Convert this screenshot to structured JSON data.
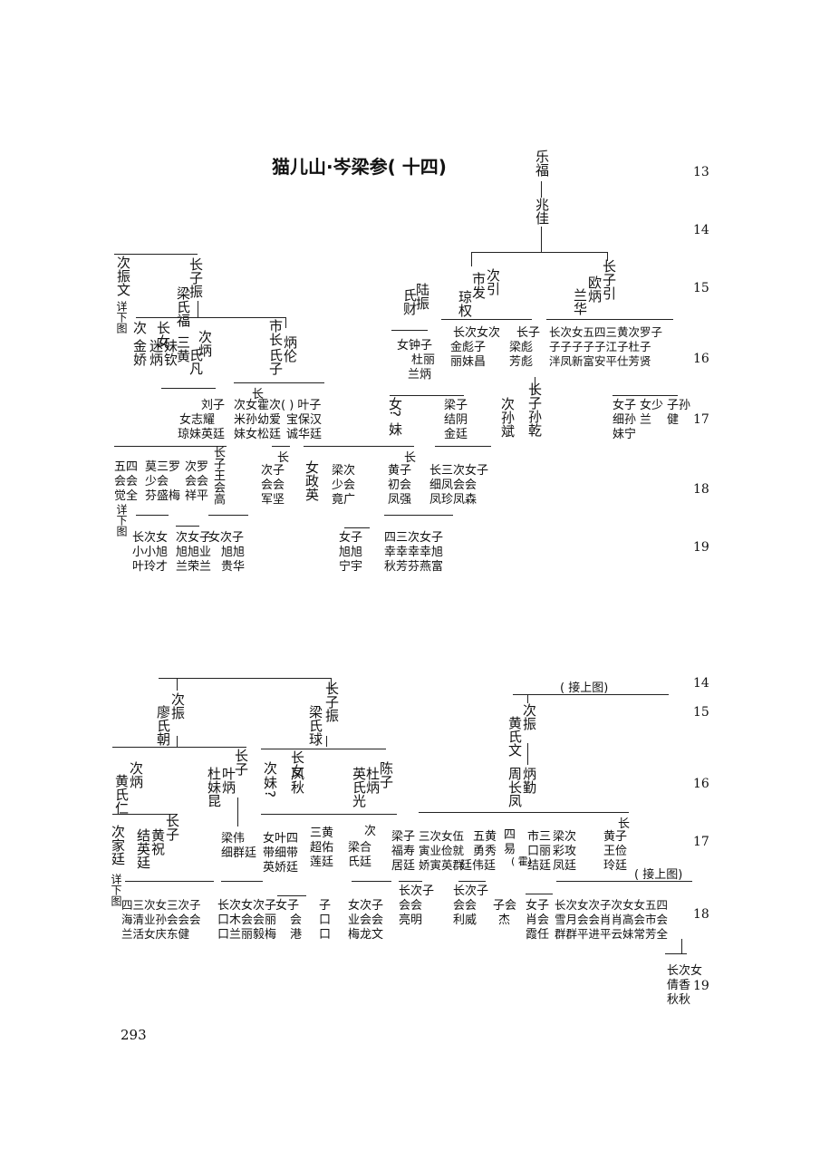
{
  "title": "猫儿山·岑梁参( 十四)",
  "page_number": "293",
  "generations_upper": [
    "13",
    "14",
    "15",
    "16",
    "17",
    "18",
    "19"
  ],
  "generations_lower": [
    "14",
    "15",
    "16",
    "17",
    "18",
    "19"
  ],
  "upper": {
    "g13": "乐福",
    "g14": "兆佳",
    "g15": [
      "次振文",
      "详下图",
      "长子振",
      "梁氏福",
      "陆振",
      "氏财",
      "次引",
      "市发",
      "琼权",
      "长子引",
      "欧炳",
      "兰华"
    ],
    "g16": [
      "次",
      "金娇",
      "长女",
      "迷炳",
      "妹钦",
      "三黄",
      "氏凡",
      "次炳",
      "市长",
      "氏子",
      "炳伦",
      "女钟子",
      "杜丽",
      "兰炳",
      "长次女次",
      "金彪子",
      "丽妹昌",
      "长子",
      "梁彪",
      "芳彪",
      "长次女五四三黄次罗子",
      "子子子子子江子杜子",
      "泮凤新富安平仕芳贤"
    ],
    "g17": [
      "刘子",
      "女志耀",
      "琼妹英廷",
      "长",
      "次女霍次",
      "米孙幼爱",
      "妹女松廷",
      "( ) 叶子",
      "宝保汉",
      "诚华廷",
      "女",
      "?",
      "妹",
      "梁子",
      "结阴",
      "金廷",
      "次孙斌",
      "长子孙乾",
      "女子",
      "细孙",
      "妹宁",
      "女少",
      "兰",
      "子孙",
      "健"
    ],
    "g18": [
      "五四",
      "会会",
      "觉全",
      "莫三罗",
      "少会",
      "芬盛梅",
      "次罗",
      "会会",
      "祥平",
      "长子王会高",
      "长",
      "次子",
      "会会",
      "军坚",
      "女政英",
      "梁次",
      "少会",
      "竟广",
      "长",
      "黄子",
      "初会",
      "凤强",
      "长三次女子",
      "细凤会会",
      "凤珍凤森"
    ],
    "g19": [
      "详下图",
      "长次女",
      "小小旭",
      "叶玲才",
      "次女子",
      "旭旭业",
      "兰荣兰",
      "女次子",
      "旭旭",
      "贵华",
      "女子",
      "旭旭",
      "宁宇",
      "四三次女子",
      "幸幸幸幸旭",
      "秋芳芬燕富"
    ]
  },
  "lower": {
    "note_top": "( 接上图)",
    "note_mid": "( 接上图)",
    "g15": [
      "次振",
      "廖氏朝",
      "长子振",
      "梁氏球",
      "次振",
      "黄氏文"
    ],
    "g16": [
      "次炳",
      "黄氏仁",
      "长子",
      "叶炳",
      "杜妹昆",
      "长女",
      "次",
      "妹",
      "?",
      "凤秋",
      "陈子",
      "杜炳",
      "英氏光",
      "炳勤",
      "周长",
      "凤"
    ],
    "g17": [
      "次家廷",
      "详下图",
      "长子",
      "黄祝",
      "结英廷",
      "梁伟",
      "细群廷",
      "女叶四",
      "带细带",
      "英娇廷",
      "三黄",
      "超佑",
      "莲廷",
      "次",
      "梁合",
      "氏廷",
      "梁子",
      "福寿",
      "居廷",
      "三次女伍",
      "寅业俭就",
      "娇寅英群",
      "五黄",
      "勇秀",
      "廷伟廷",
      "四",
      "易",
      "( 霍)",
      "市三",
      "口丽",
      "结廷",
      "梁次",
      "彩攻",
      "凤廷",
      "长",
      "黄子",
      "王俭",
      "玲廷"
    ],
    "g18": [
      "四三次女三次子",
      "海清业孙会会会",
      "兰活女庆东健",
      "长次女次子",
      "口木会会丽",
      "口兰丽毅梅",
      "女子",
      "会",
      "港",
      "子",
      "口",
      "口",
      "女次子",
      "业会会",
      "梅龙文",
      "长次子",
      "会会",
      "亮明",
      "长次子",
      "会会",
      "利威",
      "子会",
      "杰",
      "女子",
      "肖会",
      "霞任",
      "长次女次子次女女五四",
      "雪月会会肖肖高会市会",
      "群群平进平云妹常芳全"
    ],
    "g19": [
      "长次女",
      "倩香",
      "秋秋"
    ]
  }
}
